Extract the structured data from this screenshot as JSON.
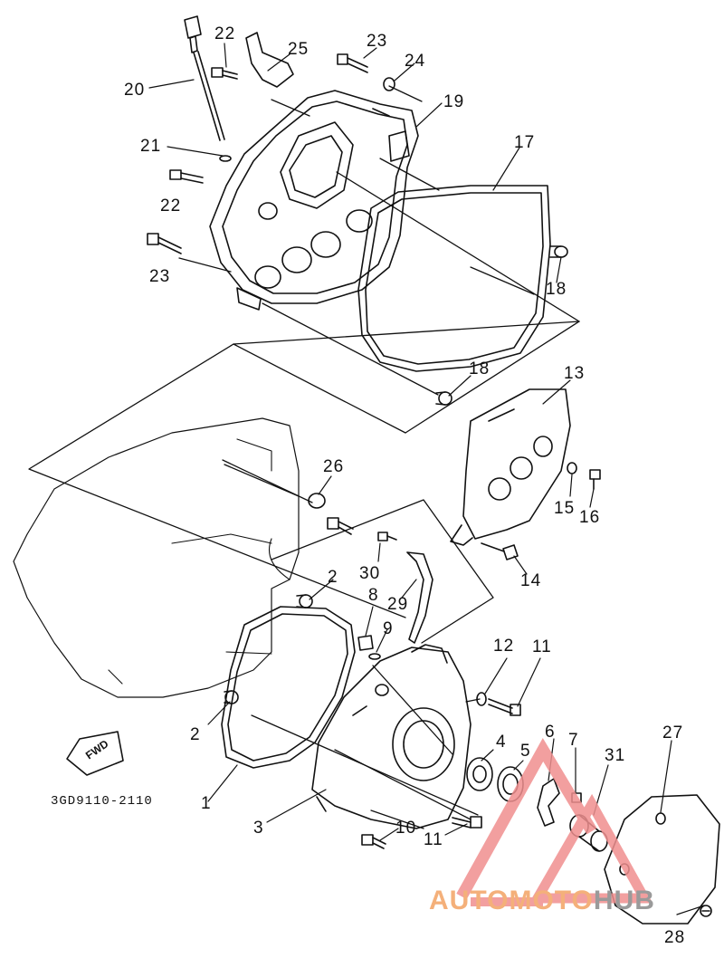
{
  "diagram": {
    "code": "3GD9110-2110",
    "fwd_label": "FWD",
    "callouts": [
      {
        "id": "c1",
        "text": "1"
      },
      {
        "id": "c2a",
        "text": "2"
      },
      {
        "id": "c2b",
        "text": "2"
      },
      {
        "id": "c3",
        "text": "3"
      },
      {
        "id": "c4",
        "text": "4"
      },
      {
        "id": "c5",
        "text": "5"
      },
      {
        "id": "c6",
        "text": "6"
      },
      {
        "id": "c7",
        "text": "7"
      },
      {
        "id": "c8",
        "text": "8"
      },
      {
        "id": "c9",
        "text": "9"
      },
      {
        "id": "c10",
        "text": "10"
      },
      {
        "id": "c11a",
        "text": "11"
      },
      {
        "id": "c11b",
        "text": "11"
      },
      {
        "id": "c12",
        "text": "12"
      },
      {
        "id": "c13",
        "text": "13"
      },
      {
        "id": "c14",
        "text": "14"
      },
      {
        "id": "c15",
        "text": "15"
      },
      {
        "id": "c16",
        "text": "16"
      },
      {
        "id": "c17",
        "text": "17"
      },
      {
        "id": "c18a",
        "text": "18"
      },
      {
        "id": "c18b",
        "text": "18"
      },
      {
        "id": "c19",
        "text": "19"
      },
      {
        "id": "c20",
        "text": "20"
      },
      {
        "id": "c21",
        "text": "21"
      },
      {
        "id": "c22a",
        "text": "22"
      },
      {
        "id": "c22b",
        "text": "22"
      },
      {
        "id": "c23a",
        "text": "23"
      },
      {
        "id": "c23b",
        "text": "23"
      },
      {
        "id": "c24",
        "text": "24"
      },
      {
        "id": "c25",
        "text": "25"
      },
      {
        "id": "c26",
        "text": "26"
      },
      {
        "id": "c27",
        "text": "27"
      },
      {
        "id": "c28",
        "text": "28"
      },
      {
        "id": "c29",
        "text": "29"
      },
      {
        "id": "c30",
        "text": "30"
      },
      {
        "id": "c31",
        "text": "31"
      }
    ]
  },
  "watermark": {
    "part1": "AUTOMOTO",
    "part2": "HUB",
    "color_primary": "#f4b07a",
    "color_secondary": "#9a9a9a",
    "logo_color": "#f08f8f"
  }
}
